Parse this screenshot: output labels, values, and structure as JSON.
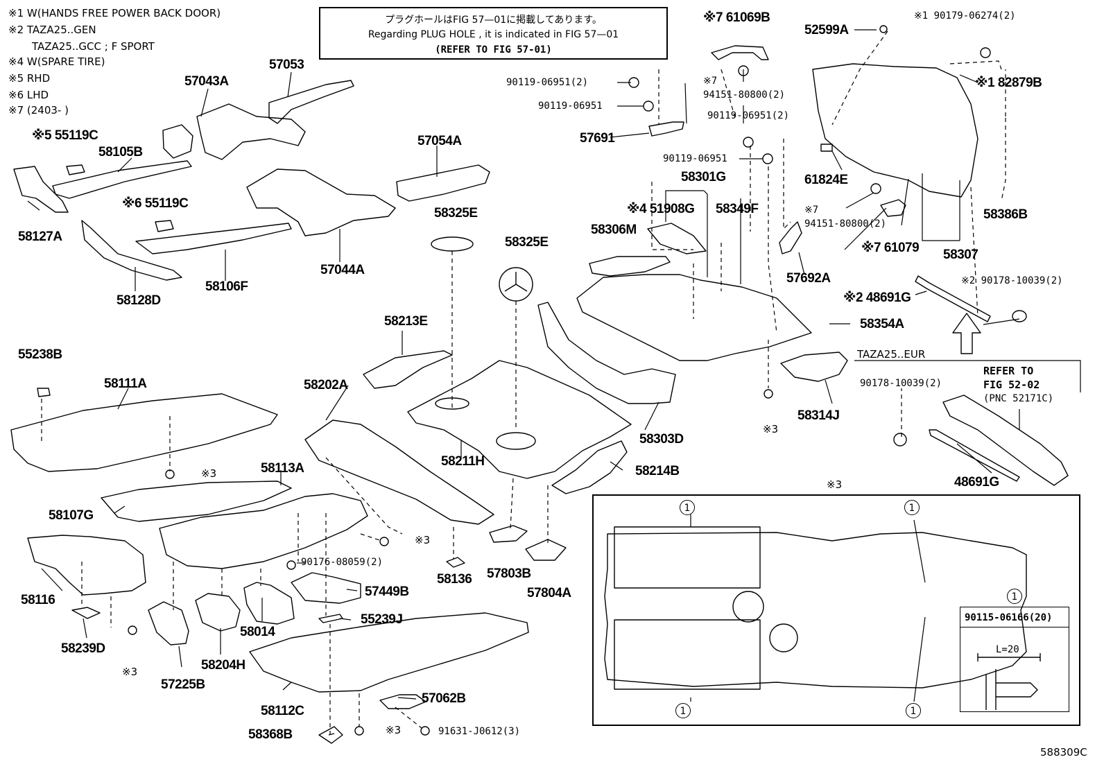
{
  "notes": [
    "※1 W(HANDS FREE POWER BACK DOOR)",
    "※2 TAZA25..GEN",
    "TAZA25..GCC ; F SPORT",
    "※4 W(SPARE TIRE)",
    "※5 RHD",
    "※6 LHD",
    "※7 (2403-      )"
  ],
  "ref_box": {
    "line1": "プラグホールはFIG 57—01に掲載してあります。",
    "line2": "Regarding  PLUG HOLE , it is indicated in FIG 57—01",
    "line3": "(REFER TO FIG 57-01)"
  },
  "labels": {
    "l57053": "57053",
    "l57043A": "57043A",
    "l55119C_rhd": "※5 55119C",
    "l58105B": "58105B",
    "l58127A": "58127A",
    "l55119C_lhd": "※6 55119C",
    "l58128D": "58128D",
    "l58106F": "58106F",
    "l57054A": "57054A",
    "l57044A": "57044A",
    "l58325E_a": "58325E",
    "l58325E_b": "58325E",
    "l61069B": "※7 61069B",
    "l94151_a": "94151-80800(2)",
    "l94151_a_mark": "※7",
    "l90119_a": "90119-06951(2)",
    "l90119_b": "90119-06951",
    "l57691": "57691",
    "l90119_c": "90119-06951(2)",
    "l90119_d": "90119-06951",
    "l58301G": "58301G",
    "l51908G": "※4 51908G",
    "l58349F": "58349F",
    "l58306M": "58306M",
    "l94151_b_mark": "※7",
    "l94151_b": "94151-80800(2)",
    "l61079": "※7 61079",
    "l57692A": "57692A",
    "l52599A": "52599A",
    "l90179": "※1 90179-06274(2)",
    "l82879B": "※1 82879B",
    "l61824E": "61824E",
    "l58386B": "58386B",
    "l58307": "58307",
    "l48691G_a": "※2 48691G",
    "l90178_a": "※2 90178-10039(2)",
    "l58354A": "58354A",
    "l58213E": "58213E",
    "l55238B": "55238B",
    "l58111A": "58111A",
    "l58202A": "58202A",
    "l58211H": "58211H",
    "l58303D": "58303D",
    "l58314J": "58314J",
    "l58214B": "58214B",
    "taza_eur": "TAZA25..EUR",
    "refer_to": "REFER TO",
    "refer_fig": "FIG 52-02",
    "refer_pnc": "(PNC 52171C)",
    "l90178_b": "90178-10039(2)",
    "l48691G_b": "48691G",
    "l58113A": "58113A",
    "l58107G": "58107G",
    "l90176": "90176-08059(2)",
    "l58136": "58136",
    "l57803B": "57803B",
    "l57804A": "57804A",
    "l58116": "58116",
    "l57449B": "57449B",
    "l55239J": "55239J",
    "l58239D": "58239D",
    "l58014": "58014",
    "l58204H": "58204H",
    "l57225B": "57225B",
    "l57062B": "57062B",
    "l58112C": "58112C",
    "l58368B": "58368B",
    "l91631": "91631-J0612(3)",
    "mark3": "※3",
    "inset_mark": "※3",
    "circle_one": "1",
    "clip_part": "90115-06166(20)",
    "clip_len": "L=20",
    "diagram_id": "588309C"
  }
}
